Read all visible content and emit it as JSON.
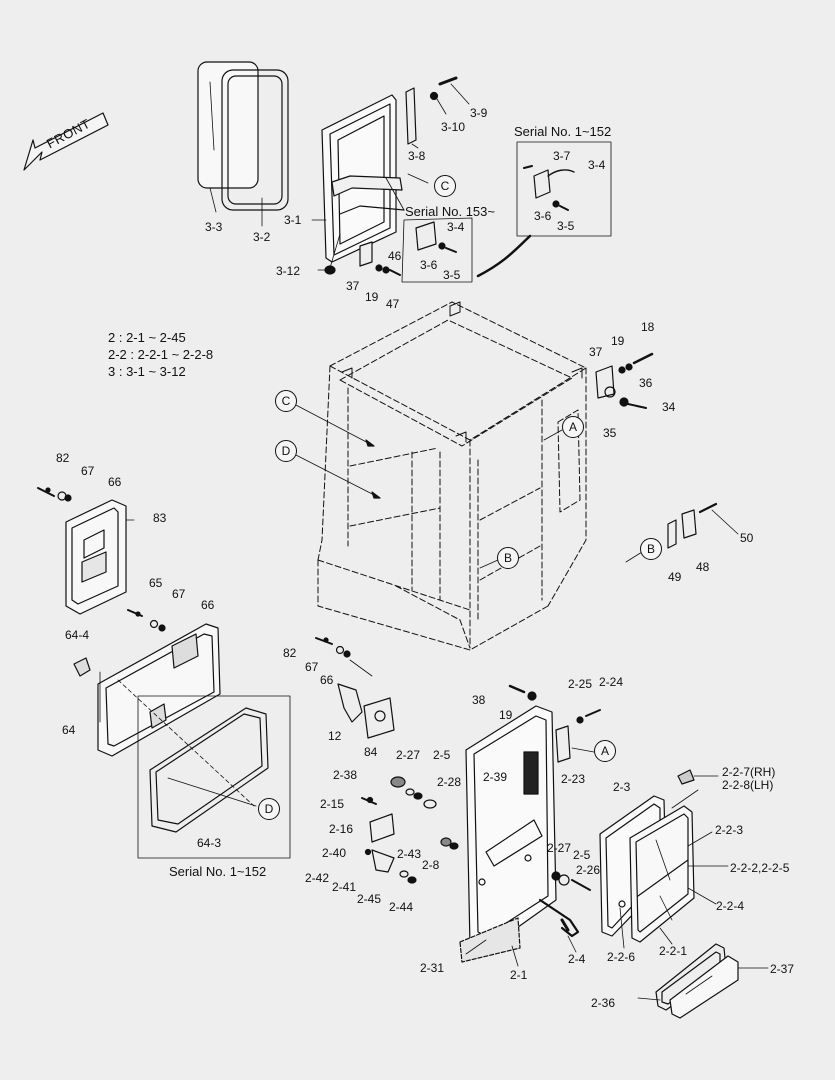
{
  "front_arrow": "FRONT",
  "legend": [
    "2 : 2-1 ~ 2-45",
    "2-2 : 2-2-1 ~ 2-2-8",
    "3 : 3-1 ~ 3-12"
  ],
  "serial_notes": {
    "door_latch_old": "Serial No. 1~152",
    "door_latch_new": "Serial No. 153~",
    "window_old": "Serial No. 1~152"
  },
  "callouts": {
    "a1": "A",
    "a2": "A",
    "b1": "B",
    "b2": "B",
    "c1": "C",
    "c2": "C",
    "d1": "D",
    "d2": "D"
  },
  "parts": {
    "p3_9": "3-9",
    "p3_10": "3-10",
    "p3_8": "3-8",
    "p3_3": "3-3",
    "p3_2": "3-2",
    "p3_1": "3-1",
    "p3_12": "3-12",
    "p46": "46",
    "p37a": "37",
    "p19a": "19",
    "p47": "47",
    "p3_4a": "3-4",
    "p3_6a": "3-6",
    "p3_5a": "3-5",
    "p3_7": "3-7",
    "p3_4b": "3-4",
    "p3_6b": "3-6",
    "p3_5b": "3-5",
    "p18": "18",
    "p19b": "19",
    "p37b": "37",
    "p36": "36",
    "p34": "34",
    "p35": "35",
    "p82a": "82",
    "p67a": "67",
    "p66a": "66",
    "p83": "83",
    "p65": "65",
    "p67b": "67",
    "p66b": "66",
    "p64_4": "64-4",
    "p64": "64",
    "p64_3": "64-3",
    "p50": "50",
    "p48": "48",
    "p49": "49",
    "p82b": "82",
    "p67c": "67",
    "p66c": "66",
    "p12": "12",
    "p84": "84",
    "p38": "38",
    "p19c": "19",
    "p2_25": "2-25",
    "p2_24": "2-24",
    "p2_23": "2-23",
    "p2_38": "2-38",
    "p2_27a": "2-27",
    "p2_5a": "2-5",
    "p2_28": "2-28",
    "p2_39": "2-39",
    "p2_15": "2-15",
    "p2_16": "2-16",
    "p2_40": "2-40",
    "p2_43": "2-43",
    "p2_8": "2-8",
    "p2_42": "2-42",
    "p2_41": "2-41",
    "p2_45": "2-45",
    "p2_44": "2-44",
    "p2_27b": "2-27",
    "p2_5b": "2-5",
    "p2_26": "2-26",
    "p2_4": "2-4",
    "p2_31": "2-31",
    "p2_1": "2-1",
    "p2_3": "2-3",
    "p2_2_7": "2-2-7(RH)",
    "p2_2_8": "2-2-8(LH)",
    "p2_2_3": "2-2-3",
    "p2_2_2": "2-2-2,2-2-5",
    "p2_2_4": "2-2-4",
    "p2_2_6": "2-2-6",
    "p2_2_1": "2-2-1",
    "p2_37": "2-37",
    "p2_36": "2-36"
  }
}
